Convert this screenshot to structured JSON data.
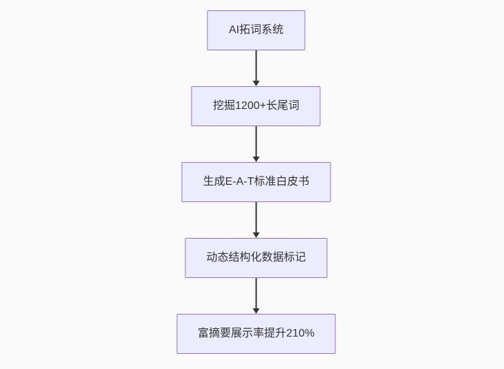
{
  "diagram": {
    "type": "flowchart",
    "direction": "top-down",
    "nodes": [
      {
        "label": "AI拓词系统"
      },
      {
        "label": "挖掘1200+长尾词"
      },
      {
        "label": "生成E-A-T标准白皮书"
      },
      {
        "label": "动态结构化数据标记"
      },
      {
        "label": "富摘要展示率提升210%"
      }
    ],
    "edges": [
      {
        "from": 0,
        "to": 1
      },
      {
        "from": 1,
        "to": 2
      },
      {
        "from": 2,
        "to": 3
      },
      {
        "from": 3,
        "to": 4
      }
    ]
  },
  "theme": {
    "background": "#fafafa",
    "node_fill": "#ececff",
    "node_border": "#9370db",
    "arrow_color": "#333333",
    "text_color": "#333333"
  }
}
